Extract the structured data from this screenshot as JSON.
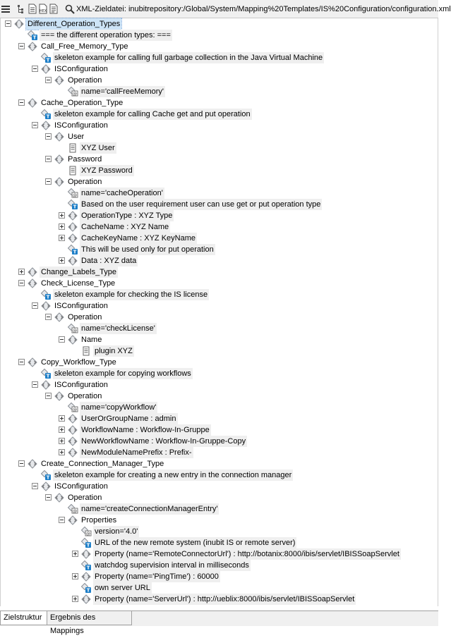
{
  "toolbar": {
    "icons": [
      "menu-icon",
      "tree-icon",
      "document-icon",
      "hex-icon",
      "text-document-icon",
      "search-icon"
    ],
    "target_label": "XML-Zieldatei: inubitrepository:/Global/System/Mapping%20Templates/IS%20Configuration/configuration.xml"
  },
  "tree_rows": [
    {
      "depth": 0,
      "expander": "open",
      "kind": "element",
      "label": "Different_Operation_Types",
      "selected": true
    },
    {
      "depth": 1,
      "expander": "none",
      "kind": "comment",
      "label": "=== the different operation types: ==="
    },
    {
      "depth": 1,
      "expander": "open",
      "kind": "element",
      "label": "Call_Free_Memory_Type"
    },
    {
      "depth": 2,
      "expander": "none",
      "kind": "comment",
      "label": "skeleton example for calling full garbage collection in the Java Virtual Machine"
    },
    {
      "depth": 2,
      "expander": "open",
      "kind": "element",
      "label": "ISConfiguration"
    },
    {
      "depth": 3,
      "expander": "open",
      "kind": "element",
      "label": "Operation"
    },
    {
      "depth": 4,
      "expander": "none",
      "kind": "attribute",
      "label": "name='callFreeMemory'"
    },
    {
      "depth": 1,
      "expander": "open",
      "kind": "element",
      "label": "Cache_Operation_Type"
    },
    {
      "depth": 2,
      "expander": "none",
      "kind": "comment",
      "label": "skeleton example for calling Cache get and put operation"
    },
    {
      "depth": 2,
      "expander": "open",
      "kind": "element",
      "label": "ISConfiguration"
    },
    {
      "depth": 3,
      "expander": "open",
      "kind": "element",
      "label": "User"
    },
    {
      "depth": 4,
      "expander": "none",
      "kind": "text",
      "label": "XYZ User"
    },
    {
      "depth": 3,
      "expander": "open",
      "kind": "element",
      "label": "Password"
    },
    {
      "depth": 4,
      "expander": "none",
      "kind": "text",
      "label": "XYZ Password"
    },
    {
      "depth": 3,
      "expander": "open",
      "kind": "element",
      "label": "Operation"
    },
    {
      "depth": 4,
      "expander": "none",
      "kind": "attribute",
      "label": "name='cacheOperation'"
    },
    {
      "depth": 4,
      "expander": "none",
      "kind": "comment",
      "label": "Based on the user requirement user can use get or put operation type"
    },
    {
      "depth": 4,
      "expander": "closed",
      "kind": "element",
      "label": "OperationType : XYZ Type"
    },
    {
      "depth": 4,
      "expander": "closed",
      "kind": "element",
      "label": "CacheName : XYZ Name"
    },
    {
      "depth": 4,
      "expander": "closed",
      "kind": "element",
      "label": "CacheKeyName : XYZ KeyName"
    },
    {
      "depth": 4,
      "expander": "none",
      "kind": "comment",
      "label": "This will be used only for put operation"
    },
    {
      "depth": 4,
      "expander": "closed",
      "kind": "element",
      "label": "Data : XYZ data"
    },
    {
      "depth": 1,
      "expander": "closed",
      "kind": "element",
      "label": "Change_Labels_Type"
    },
    {
      "depth": 1,
      "expander": "open",
      "kind": "element",
      "label": "Check_License_Type"
    },
    {
      "depth": 2,
      "expander": "none",
      "kind": "comment",
      "label": "skeleton example for checking the IS license"
    },
    {
      "depth": 2,
      "expander": "open",
      "kind": "element",
      "label": "ISConfiguration"
    },
    {
      "depth": 3,
      "expander": "open",
      "kind": "element",
      "label": "Operation"
    },
    {
      "depth": 4,
      "expander": "none",
      "kind": "attribute",
      "label": "name='checkLicense'"
    },
    {
      "depth": 4,
      "expander": "open",
      "kind": "element",
      "label": "Name"
    },
    {
      "depth": 5,
      "expander": "none",
      "kind": "text",
      "label": "plugin XYZ"
    },
    {
      "depth": 1,
      "expander": "open",
      "kind": "element",
      "label": "Copy_Workflow_Type"
    },
    {
      "depth": 2,
      "expander": "none",
      "kind": "comment",
      "label": "skeleton example for copying workflows"
    },
    {
      "depth": 2,
      "expander": "open",
      "kind": "element",
      "label": "ISConfiguration"
    },
    {
      "depth": 3,
      "expander": "open",
      "kind": "element",
      "label": "Operation"
    },
    {
      "depth": 4,
      "expander": "none",
      "kind": "attribute",
      "label": "name='copyWorkflow'"
    },
    {
      "depth": 4,
      "expander": "closed",
      "kind": "element",
      "label": "UserOrGroupName : admin"
    },
    {
      "depth": 4,
      "expander": "closed",
      "kind": "element",
      "label": "WorkflowName : Workflow-In-Gruppe"
    },
    {
      "depth": 4,
      "expander": "closed",
      "kind": "element",
      "label": "NewWorkflowName : Workflow-In-Gruppe-Copy"
    },
    {
      "depth": 4,
      "expander": "closed",
      "kind": "element",
      "label": "NewModuleNamePrefix : Prefix-"
    },
    {
      "depth": 1,
      "expander": "open",
      "kind": "element",
      "label": "Create_Connection_Manager_Type"
    },
    {
      "depth": 2,
      "expander": "none",
      "kind": "comment",
      "label": "skeleton example for creating a new entry in the connection manager"
    },
    {
      "depth": 2,
      "expander": "open",
      "kind": "element",
      "label": "ISConfiguration"
    },
    {
      "depth": 3,
      "expander": "open",
      "kind": "element",
      "label": "Operation"
    },
    {
      "depth": 4,
      "expander": "none",
      "kind": "attribute",
      "label": "name='createConnectionManagerEntry'"
    },
    {
      "depth": 4,
      "expander": "open",
      "kind": "element",
      "label": "Properties"
    },
    {
      "depth": 5,
      "expander": "none",
      "kind": "attribute",
      "label": "version='4.0'"
    },
    {
      "depth": 5,
      "expander": "none",
      "kind": "comment",
      "label": "URL of the new remote system (inubit IS or remote server)"
    },
    {
      "depth": 5,
      "expander": "closed",
      "kind": "element",
      "label": "Property (name='RemoteConnectorUrl') : http://botanix:8000/ibis/servlet/IBISSoapServlet"
    },
    {
      "depth": 5,
      "expander": "none",
      "kind": "comment",
      "label": "watchdog supervision interval in milliseconds"
    },
    {
      "depth": 5,
      "expander": "closed",
      "kind": "element",
      "label": "Property (name='PingTime') : 60000"
    },
    {
      "depth": 5,
      "expander": "none",
      "kind": "comment",
      "label": "own server URL"
    },
    {
      "depth": 5,
      "expander": "closed",
      "kind": "element",
      "label": "Property (name='ServerUrl') : http://ueblix:8000/ibis/servlet/IBISSoapServlet"
    }
  ],
  "tabs": [
    {
      "label": "Zielstruktur",
      "active": true
    },
    {
      "label": "Ergebnis des Mappings",
      "active": false
    }
  ],
  "colors": {
    "element_icon": "#8a8f96",
    "attribute_icon": "#8a8f96",
    "comment_badge": "#1e7fc8",
    "selection": "#cde4f7",
    "row_highlight": "#efefef"
  }
}
